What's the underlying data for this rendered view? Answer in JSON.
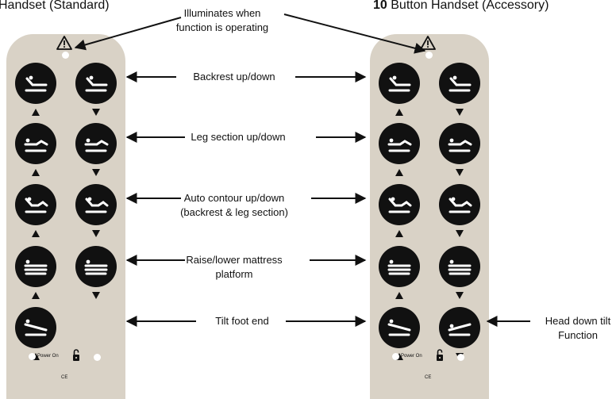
{
  "titles": {
    "left": "Handset (Standard)",
    "right_number": "10",
    "right_text": "Button Handset (Accessory)"
  },
  "callouts": {
    "illuminates": [
      "Illuminates when",
      "function is operating"
    ],
    "backrest": [
      "Backrest up/down"
    ],
    "leg": [
      "Leg section up/down"
    ],
    "contour": [
      "Auto contour up/down",
      "(backrest & leg section)"
    ],
    "platform": [
      "Raise/lower mattress",
      "platform"
    ],
    "tilt": [
      "Tilt foot end"
    ],
    "head_down": [
      "Head down tilt",
      "Function"
    ]
  },
  "handset_footer": {
    "power_label": "Power On",
    "ce_mark": "CE"
  },
  "colors": {
    "panel": "#d9d2c6",
    "button": "#111111",
    "icon": "#ffffff",
    "arrow": "#111111"
  },
  "button_rows": [
    {
      "function": "backrest",
      "icon": "bed-backrest-icon"
    },
    {
      "function": "leg-section",
      "icon": "bed-leg-section-icon"
    },
    {
      "function": "auto-contour",
      "icon": "bed-contour-icon"
    },
    {
      "function": "raise-lower-platform",
      "icon": "bed-platform-icon"
    },
    {
      "function": "tilt",
      "icon": "bed-tilt-icon"
    }
  ]
}
